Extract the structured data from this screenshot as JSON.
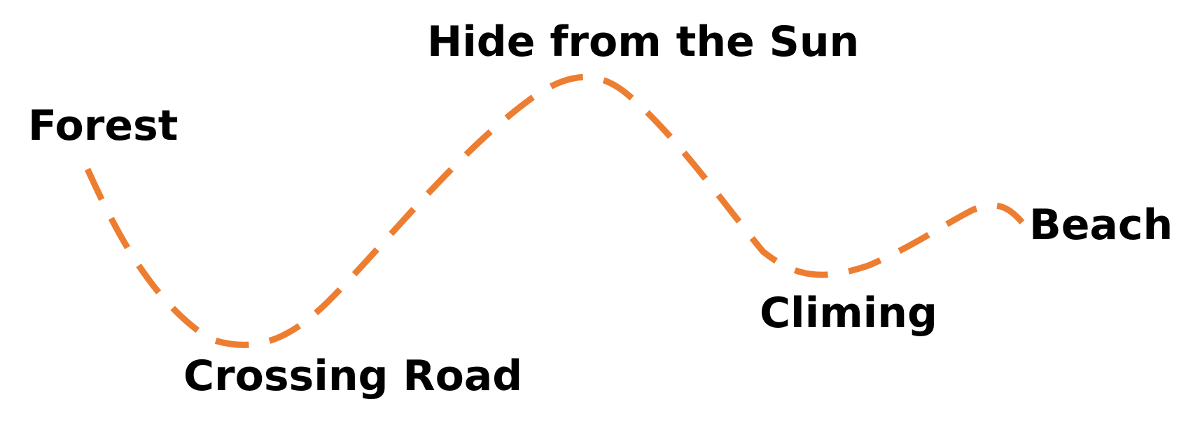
{
  "diagram": {
    "path_color": "#ED7D31",
    "text_color": "#000000",
    "stages": [
      {
        "id": "forest",
        "label": "Forest"
      },
      {
        "id": "crossing",
        "label": "Crossing Road"
      },
      {
        "id": "hide",
        "label": "Hide from the Sun"
      },
      {
        "id": "climbing",
        "label": "Climing"
      },
      {
        "id": "beach",
        "label": "Beach"
      }
    ]
  }
}
